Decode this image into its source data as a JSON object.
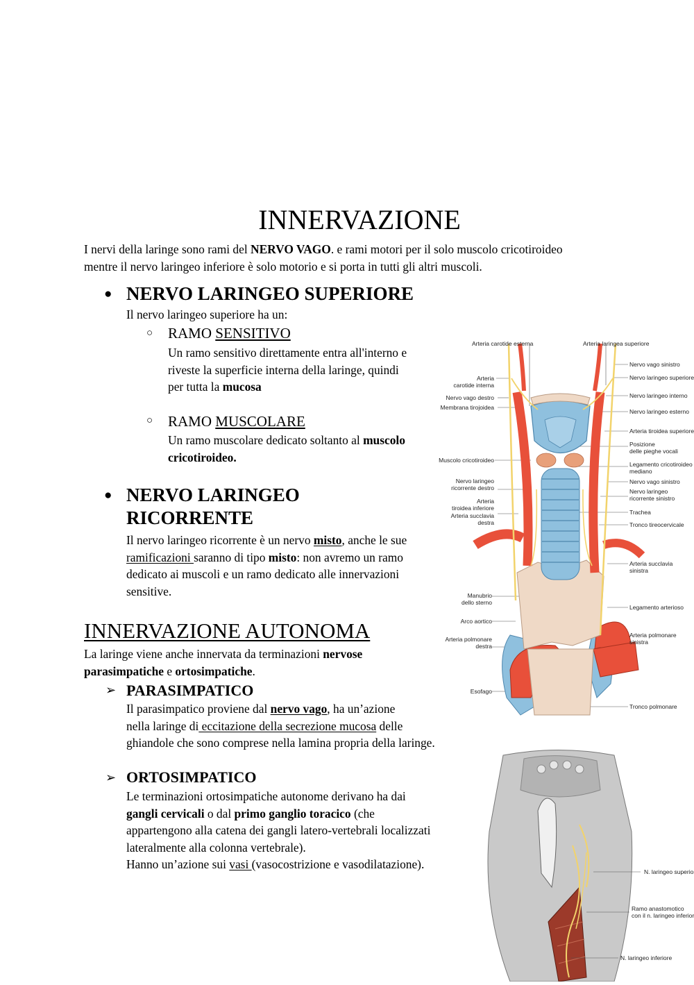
{
  "title": "INNERVAZIONE",
  "intro": {
    "a": "I nervi della laringe sono rami del ",
    "b": "NERVO VAGO",
    "c": ".  e rami motori per il solo muscolo cricotiroideo",
    "line2": "mentre il nervo laringeo inferiore è solo motorio e si porta in tutti gli altri muscoli."
  },
  "bullets": {
    "filled": "●",
    "hollow": "○",
    "arrow": "➢"
  },
  "superiore": {
    "heading": "NERVO LARINGEO SUPERIORE",
    "intro": "Il nervo laringeo superiore ha un:",
    "sensitivo": {
      "head_a": "RAMO ",
      "head_b": "SENSITIVO",
      "l1": "Un ramo sensitivo direttamente entra all'interno e",
      "l2": "riveste la superficie interna della laringe, quindi",
      "l3a": "per tutta la ",
      "l3b": "mucosa"
    },
    "muscolare": {
      "head_a": "RAMO ",
      "head_b": "MUSCOLARE",
      "l1a": "Un ramo muscolare dedicato soltanto al ",
      "l1b": "muscolo",
      "l2": "cricotiroideo."
    }
  },
  "ricorrente": {
    "heading1": "NERVO LARINGEO",
    "heading2": "RICORRENTE",
    "l1a": "Il nervo laringeo ricorrente è un nervo ",
    "l1b": "misto",
    "l1c": ", anche le sue",
    "l2a": "ramificazioni ",
    "l2b": "saranno di tipo ",
    "l2c": "misto",
    "l2d": ": non avremo un ramo",
    "l3": "dedicato ai muscoli e un ramo dedicato alle innervazioni",
    "l4": "sensitive."
  },
  "autonoma": {
    "heading": "INNERVAZIONE AUTONOMA",
    "l1a": "La laringe viene anche innervata da terminazioni ",
    "l1b": "nervose",
    "l2a": "parasimpatiche",
    "l2b": " e ",
    "l2c": "ortosimpatiche",
    "l2d": "."
  },
  "parasimpatico": {
    "heading": "PARASIMPATICO",
    "l1a": "Il parasimpatico proviene dal ",
    "l1b": "nervo vago",
    "l1c": ", ha un’azione",
    "l2a": "nella laringe di",
    "l2b": " eccitazione della secrezione mucosa",
    "l2c": " delle",
    "l3": "ghiandole che sono comprese nella lamina propria della laringe."
  },
  "ortosimpatico": {
    "heading": "ORTOSIMPATICO",
    "l1": "Le terminazioni ortosimpatiche autonome derivano ha dai",
    "l2a": "gangli cervicali",
    "l2b": " o dal ",
    "l2c": "primo ganglio toracico",
    "l2d": " (che",
    "l3": "appartengono alla catena dei gangli latero-vertebrali localizzati",
    "l4": "lateralmente alla colonna vertebrale).",
    "l5a": "Hanno un’azione sui ",
    "l5b": "vasi ",
    "l5c": "(vasocostrizione e vasodilatazione)."
  },
  "figure1": {
    "labels_left": [
      "Arteria carotide esterna",
      "Arteria",
      "carotide interna",
      "Nervo vago destro",
      "Membrana tirojoidea",
      "Muscolo cricotiroideo",
      "Nervo laringeo",
      "ricorrente destro",
      "Arteria",
      "tiroidea inferiore",
      "Arteria succlavia",
      "destra",
      "Manubrio",
      "dello sterno",
      "Arco aortico",
      "Arteria polmonare",
      "destra",
      "Esofago"
    ],
    "labels_right": [
      "Arteria laringea superiore",
      "Nervo vago sinistro",
      "Nervo laringeo superiore",
      "Nervo laringeo interno",
      "Nervo laringeo esterno",
      "Arteria tiroidea superiore",
      "Posizione",
      "delle pieghe vocali",
      "Legamento cricotiroideo",
      "mediano",
      "Nervo vago sinistro",
      "Nervo laringeo",
      "ricorrente sinistro",
      "Trachea",
      "Tronco tireocervicale",
      "Arteria succlavia",
      "sinistra",
      "Legamento arterioso",
      "Arteria polmonare",
      "sinistra",
      "Tronco polmonare"
    ]
  },
  "figure2": {
    "labels": [
      "N. laringeo superiore",
      "Ramo anastomotico",
      "con il n. laringeo inferiore",
      "N. laringeo inferiore"
    ]
  },
  "colors": {
    "artery": "#e8503a",
    "trachea": "#8fc0de",
    "nerve": "#f2d36b",
    "bone": "#efd9c6"
  }
}
